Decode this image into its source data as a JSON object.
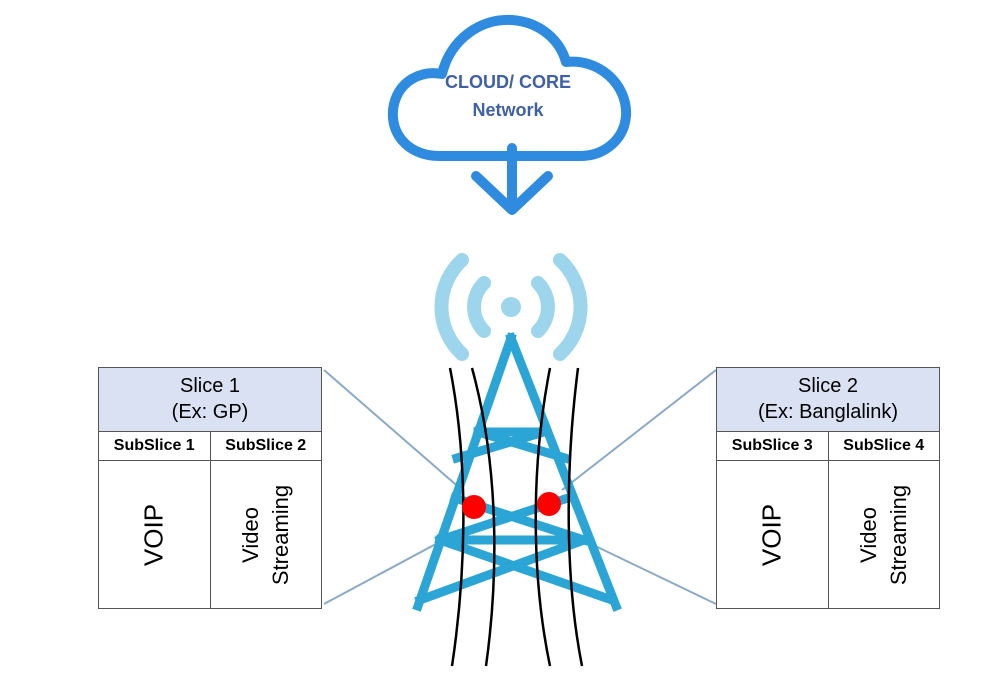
{
  "cloud": {
    "line1": "CLOUD/ CORE",
    "line2": "Network",
    "text_color": "#3f5fa8",
    "outline_color": "#2e8be0"
  },
  "tower": {
    "mast_color": "#2aa5d6",
    "wave_color": "#9dd6ec",
    "node_color": "#ff0000"
  },
  "slices": [
    {
      "title": "Slice 1",
      "example": "(Ex: GP)",
      "subslices": [
        {
          "label": "SubSlice 1",
          "service": "VOIP"
        },
        {
          "label": "SubSlice 2",
          "service_line1": "Video",
          "service_line2": "Streaming"
        }
      ]
    },
    {
      "title": "Slice 2",
      "example": "(Ex: Banglalink)",
      "subslices": [
        {
          "label": "SubSlice 3",
          "service": "VOIP"
        },
        {
          "label": "SubSlice 4",
          "service_line1": "Video",
          "service_line2": "Streaming"
        }
      ]
    }
  ]
}
